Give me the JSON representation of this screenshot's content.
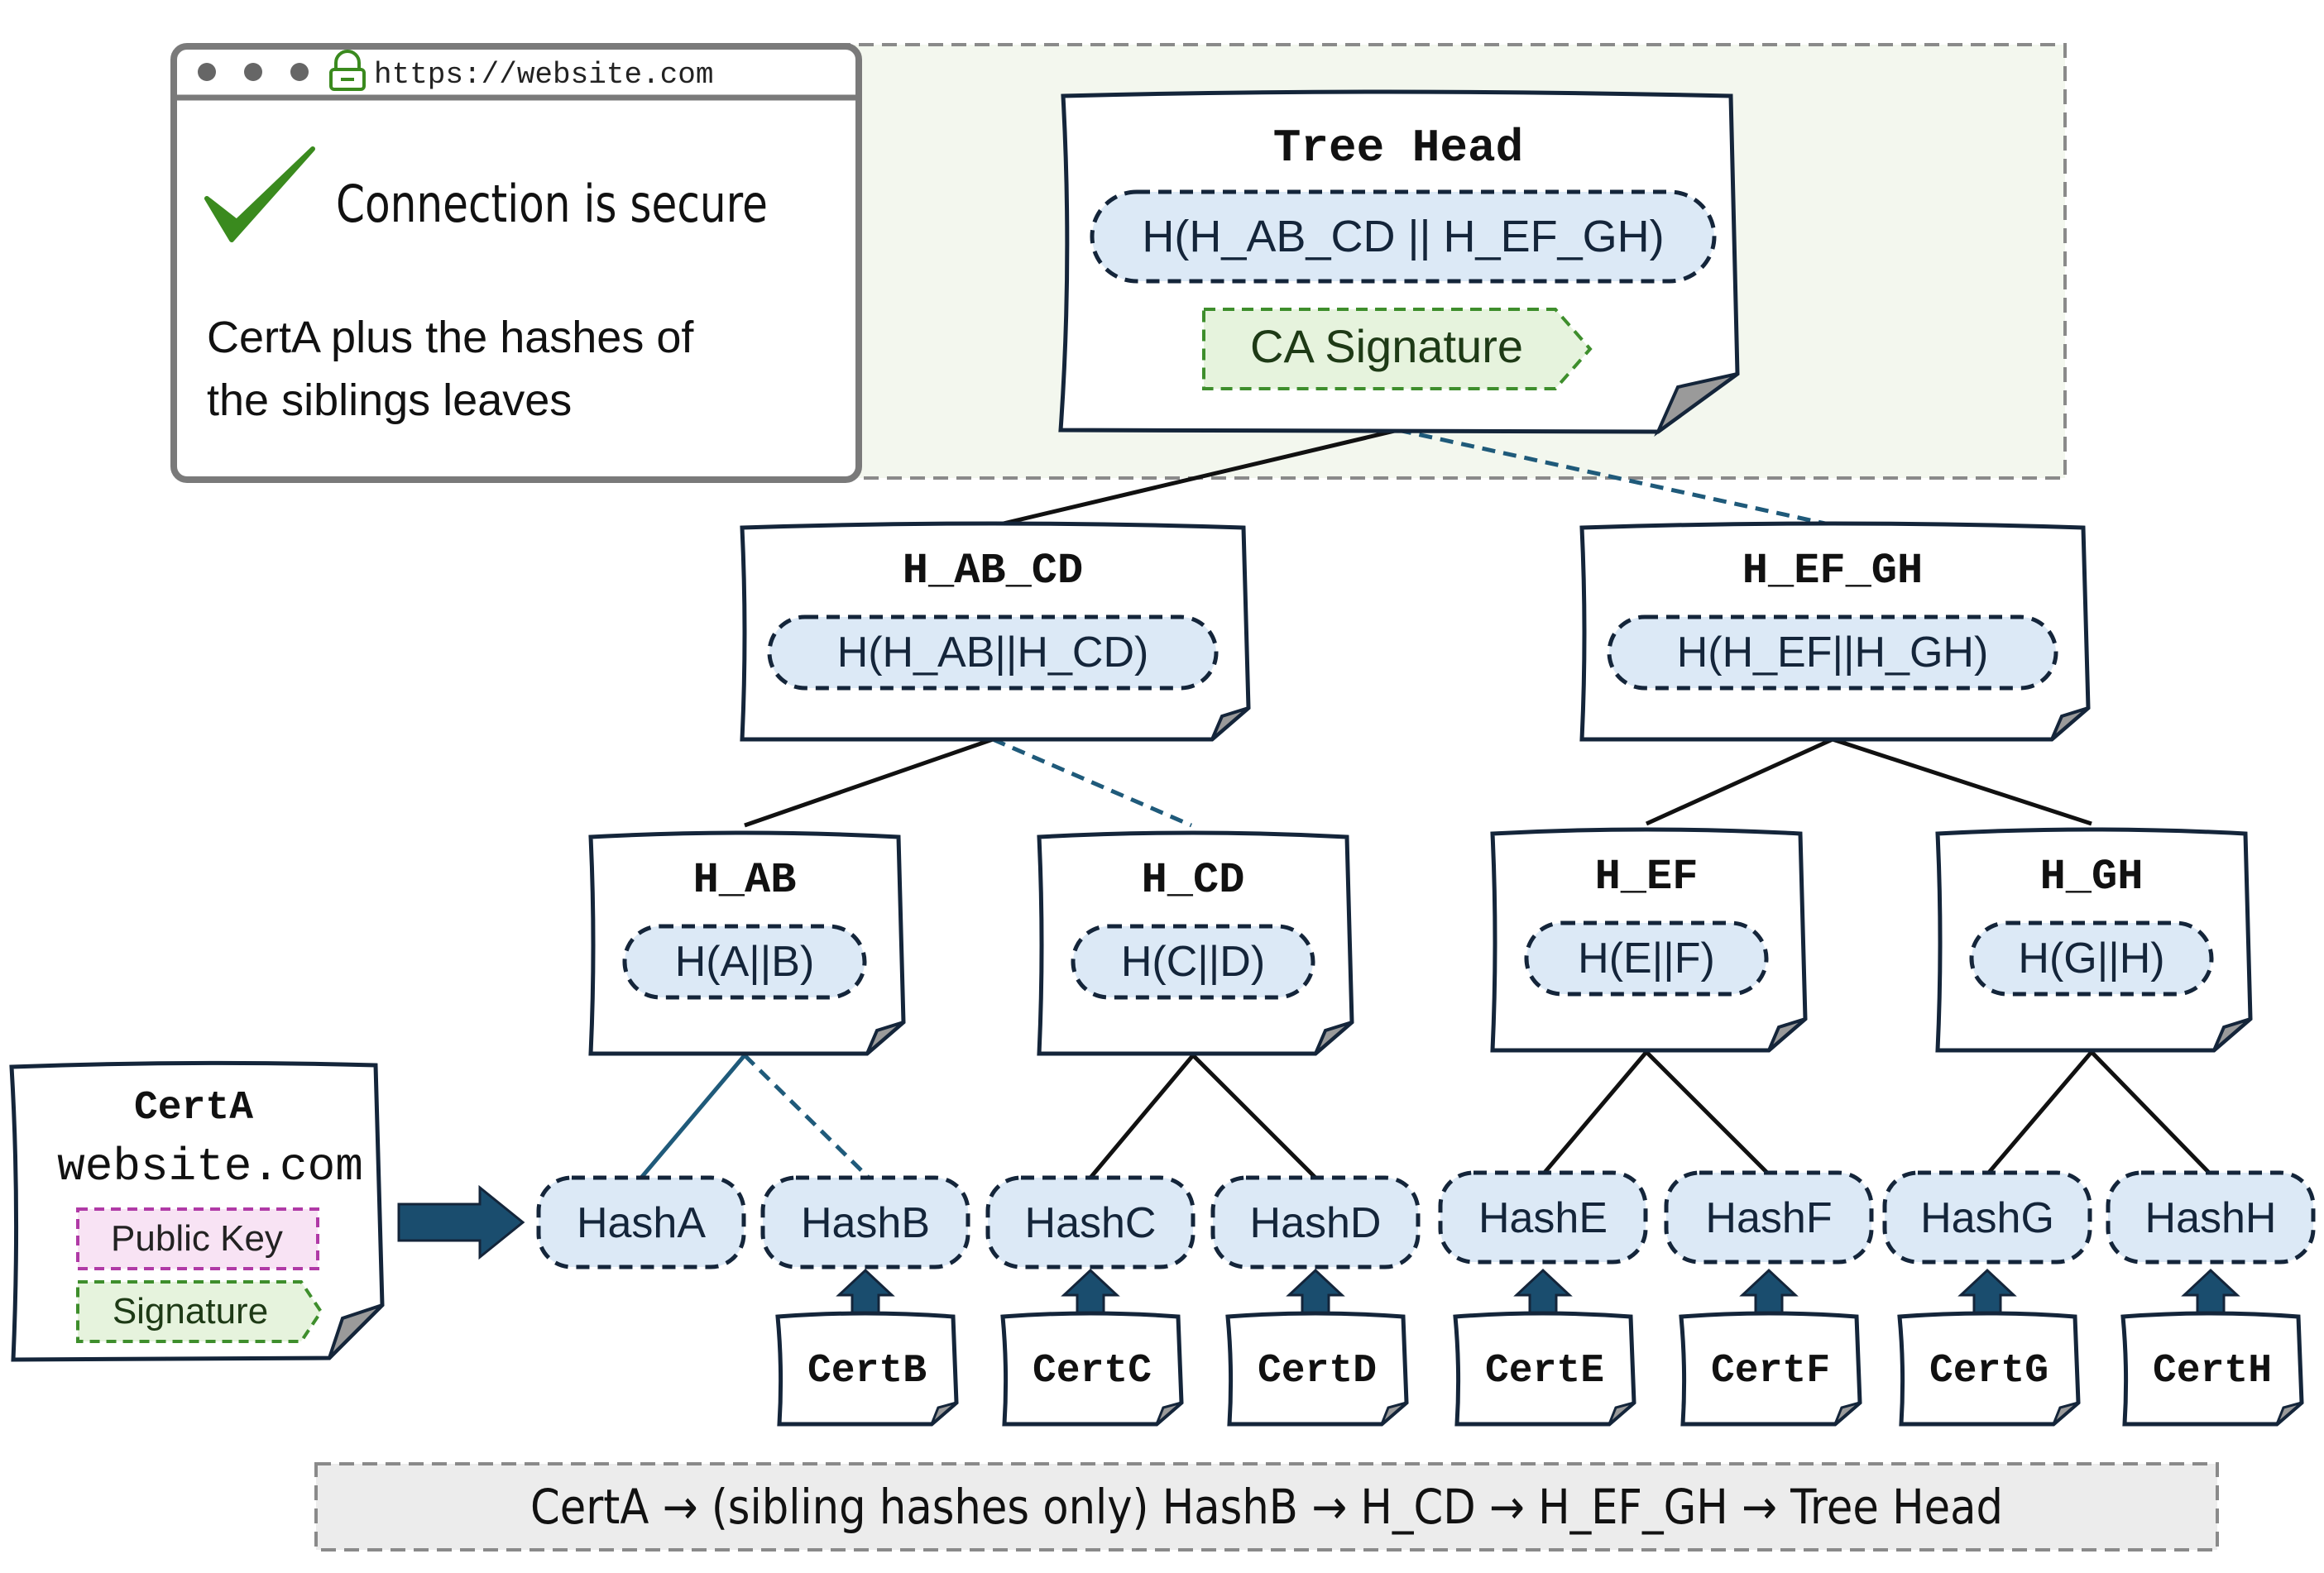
{
  "browser": {
    "url": "https://website.com",
    "status_text": "Connection is secure",
    "description_line1": "CertA plus the hashes of",
    "description_line2": "the siblings leaves"
  },
  "tree_head": {
    "title": "Tree Head",
    "hash": "H(H_AB_CD || H_EF_GH)",
    "signature": "CA Signature"
  },
  "level2": [
    {
      "title": "H_AB_CD",
      "hash": "H(H_AB||H_CD)"
    },
    {
      "title": "H_EF_GH",
      "hash": "H(H_EF||H_GH)"
    }
  ],
  "level1": [
    {
      "title": "H_AB",
      "hash": "H(A||B)"
    },
    {
      "title": "H_CD",
      "hash": "H(C||D)"
    },
    {
      "title": "H_EF",
      "hash": "H(E||F)"
    },
    {
      "title": "H_GH",
      "hash": "H(G||H)"
    }
  ],
  "leaves": [
    "HashA",
    "HashB",
    "HashC",
    "HashD",
    "HashE",
    "HashF",
    "HashG",
    "HashH"
  ],
  "certs": [
    "CertB",
    "CertC",
    "CertD",
    "CertE",
    "CertF",
    "CertG",
    "CertH"
  ],
  "cert_a": {
    "title": "CertA",
    "domain": "website.com",
    "public_key": "Public Key",
    "signature": "Signature"
  },
  "footer_path": "CertA → (sibling hashes only) HashB → H_CD → H_EF_GH → Tree Head",
  "colors": {
    "hash_fill": "#dce9f6",
    "ink": "#14253a",
    "proof_path": "#1f5a7a",
    "arrow": "#1a4d6e",
    "signature_fill": "#e6f3dd",
    "signature_stroke": "#3e8e2c",
    "key_fill": "#f8e3f4",
    "key_stroke": "#b03aa6",
    "check": "#3a8a1e",
    "highlight_fill": "#f3f7ee",
    "footer_fill": "#ececec"
  }
}
